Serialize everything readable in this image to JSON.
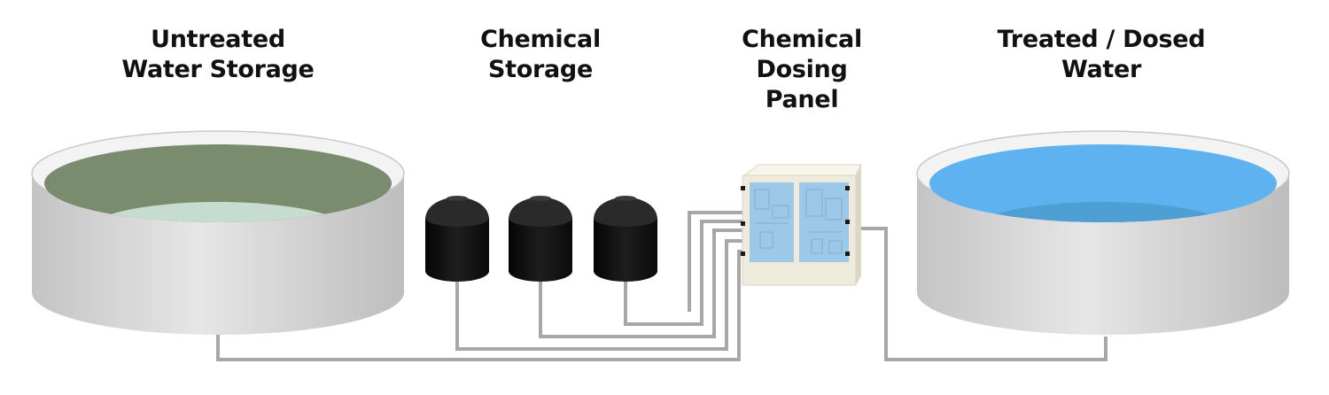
{
  "labels": {
    "untreated": [
      "Untreated",
      "Water Storage"
    ],
    "chemical_storage": [
      "Chemical",
      "Storage"
    ],
    "dosing_panel": [
      "Chemical",
      "Dosing",
      "Panel"
    ],
    "treated": [
      "Treated / Dosed",
      "Water"
    ]
  },
  "colors": {
    "untreated_water": "#7a8c6e",
    "untreated_floor": "#c5dccf",
    "treated_water": "#5fb2f0",
    "treated_floor": "#4e9fd4",
    "tank_shell": "#d6d6d6",
    "chemical_tank": "#141414",
    "panel_body": "#efebdc",
    "panel_window": "#9cc9e8",
    "pipe": "#a7a7a7"
  }
}
